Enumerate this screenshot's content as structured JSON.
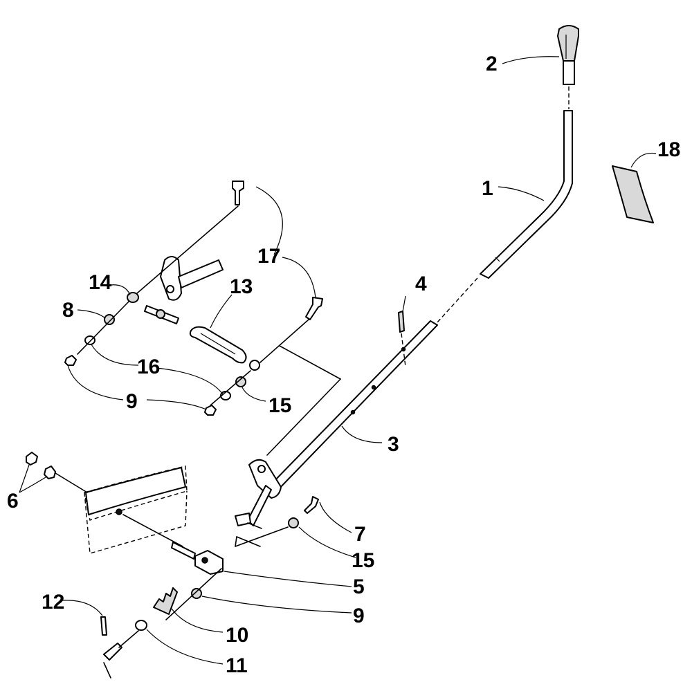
{
  "callouts": [
    {
      "id": "c1",
      "label": "1"
    },
    {
      "id": "c2",
      "label": "2"
    },
    {
      "id": "c3",
      "label": "3"
    },
    {
      "id": "c4",
      "label": "4"
    },
    {
      "id": "c5",
      "label": "5"
    },
    {
      "id": "c6",
      "label": "6"
    },
    {
      "id": "c7",
      "label": "7"
    },
    {
      "id": "c8",
      "label": "8"
    },
    {
      "id": "c9a",
      "label": "9"
    },
    {
      "id": "c9b",
      "label": "9"
    },
    {
      "id": "c10",
      "label": "10"
    },
    {
      "id": "c11",
      "label": "11"
    },
    {
      "id": "c12",
      "label": "12"
    },
    {
      "id": "c13",
      "label": "13"
    },
    {
      "id": "c14",
      "label": "14"
    },
    {
      "id": "c15a",
      "label": "15"
    },
    {
      "id": "c15b",
      "label": "15"
    },
    {
      "id": "c16",
      "label": "16"
    },
    {
      "id": "c17",
      "label": "17"
    },
    {
      "id": "c18",
      "label": "18"
    }
  ]
}
